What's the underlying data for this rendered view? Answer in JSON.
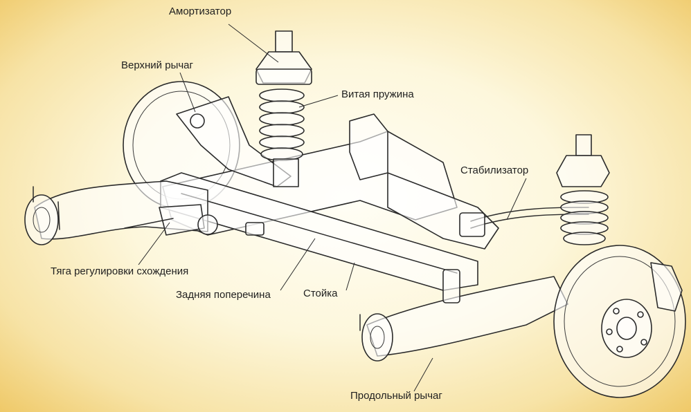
{
  "labels": {
    "amortizator": "Амортизатор",
    "verkhny_rychag": "Верхний рычаг",
    "vitaya_pruzhina": "Витая пружина",
    "stabilizator": "Стабилизатор",
    "tyaga": "Тяга регулировки схождения",
    "zadnyaya_poperechina": "Задняя поперечина",
    "stoyka": "Стойка",
    "prodolny_rychag": "Продольный рычаг"
  },
  "colors": {
    "background_center": "#fffef6",
    "background_edge": "#efc968",
    "line": "#2b2b2b"
  }
}
